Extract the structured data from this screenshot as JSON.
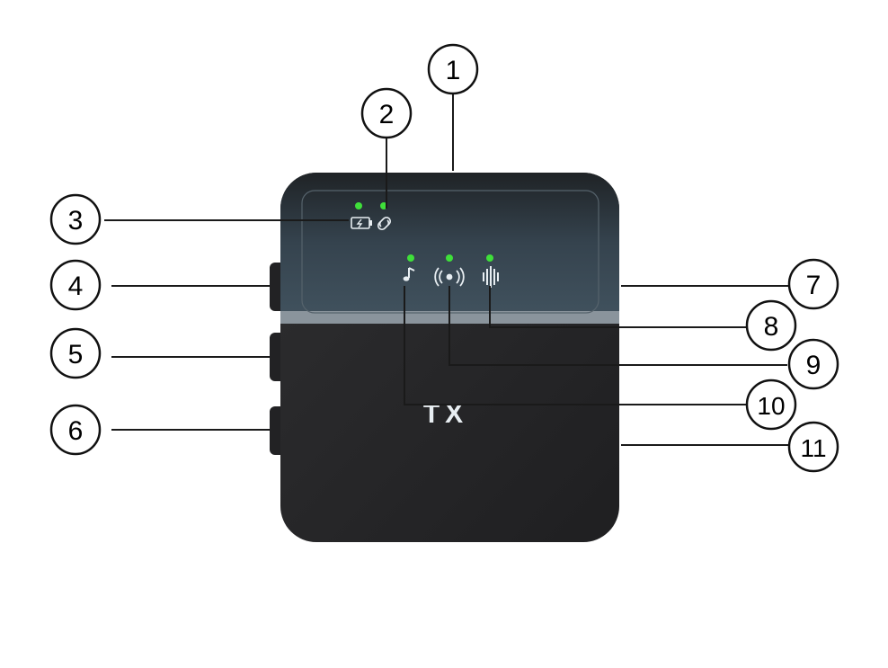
{
  "device": {
    "label": "TX",
    "body_color": "#2b2b2d",
    "panel_color": "#3c4a55",
    "stripe_color": "#8a949c",
    "led_color": "#3fe03a",
    "icon_color": "#e8eef2"
  },
  "icons": {
    "battery": "battery-charging-icon",
    "link": "link-icon",
    "music": "music-note-icon",
    "broadcast": "broadcast-icon",
    "noise": "sound-wave-icon"
  },
  "callouts": [
    {
      "id": 1,
      "label": "1"
    },
    {
      "id": 2,
      "label": "2"
    },
    {
      "id": 3,
      "label": "3"
    },
    {
      "id": 4,
      "label": "4"
    },
    {
      "id": 5,
      "label": "5"
    },
    {
      "id": 6,
      "label": "6"
    },
    {
      "id": 7,
      "label": "7"
    },
    {
      "id": 8,
      "label": "8"
    },
    {
      "id": 9,
      "label": "9"
    },
    {
      "id": 10,
      "label": "10"
    },
    {
      "id": 11,
      "label": "11"
    }
  ]
}
